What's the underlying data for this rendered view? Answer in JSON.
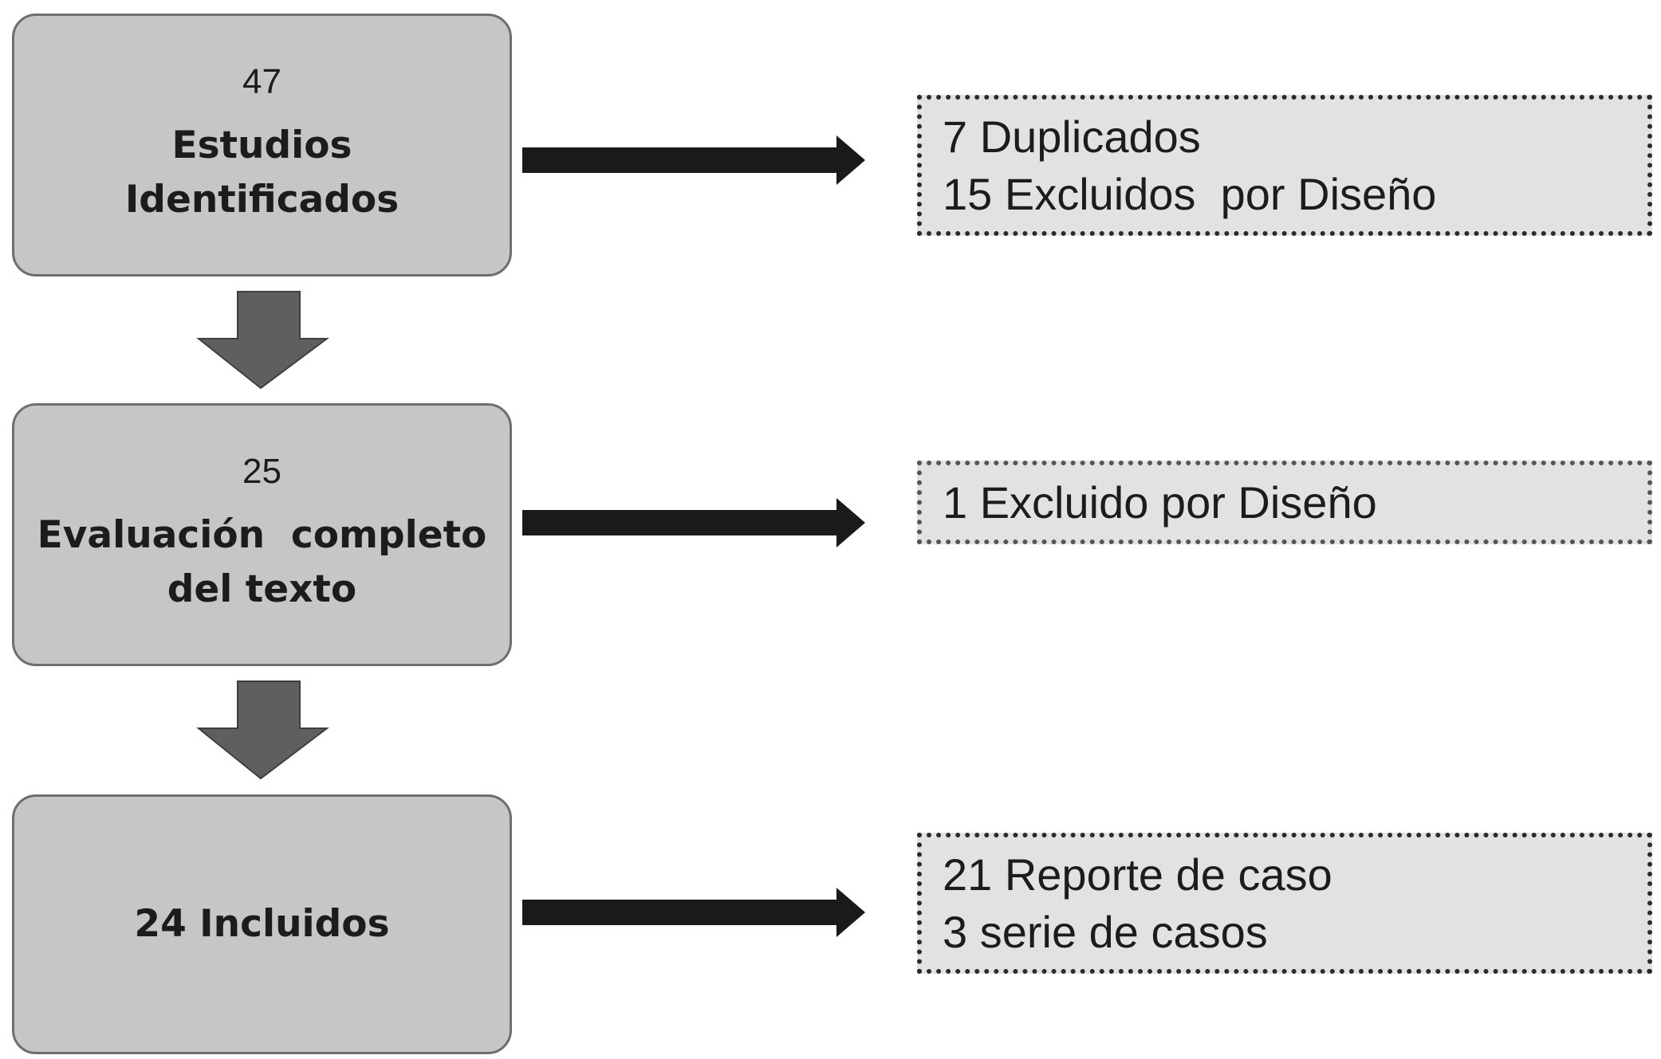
{
  "flow": {
    "nodes": [
      {
        "count": "47",
        "label_line1": "Estudios",
        "label_line2": "Identificados"
      },
      {
        "count": "25",
        "label_line1": "Evaluación  completo",
        "label_line2": "del texto"
      },
      {
        "label": "24 Incluidos"
      }
    ],
    "side_notes": [
      {
        "line1": "7 Duplicados",
        "line2": "15 Excluidos  por Diseño"
      },
      {
        "line1": "1 Excluido por Diseño"
      },
      {
        "line1": "21 Reporte de caso",
        "line2": "3 serie de casos"
      }
    ]
  },
  "colors": {
    "box_fill": "#c6c6c6",
    "box_border": "#6e6e6e",
    "note_fill": "#e3e2e2",
    "down_arrow": "#5f5f5f",
    "right_arrow": "#1a1a1a"
  }
}
